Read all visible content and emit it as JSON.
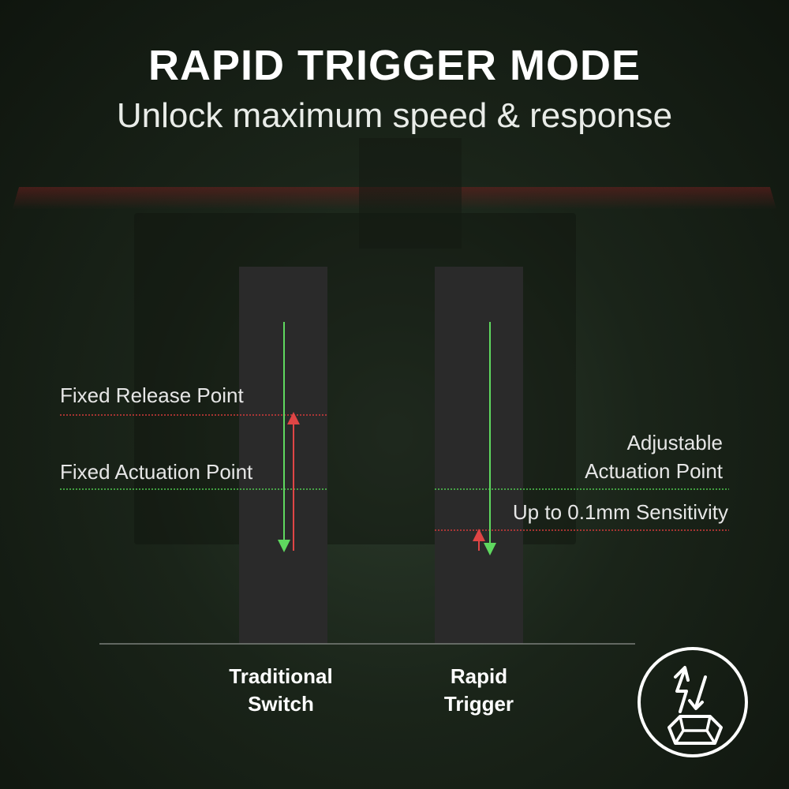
{
  "header": {
    "title": "RAPID TRIGGER MODE",
    "subtitle": "Unlock maximum speed & response"
  },
  "diagram": {
    "left_labels": {
      "release": "Fixed Release Point",
      "actuation": "Fixed Actuation Point"
    },
    "right_labels": {
      "adjustable_line1": "Adjustable",
      "adjustable_line2": "Actuation Point",
      "sensitivity": "Up to 0.1mm Sensitivity"
    },
    "columns": [
      {
        "line1": "Traditional",
        "line2": "Switch"
      },
      {
        "line1": "Rapid",
        "line2": "Trigger"
      }
    ]
  },
  "colors": {
    "release_line": "#d23a3a",
    "actuation_line": "#4fc94f",
    "press_arrow": "#5fd85f",
    "release_arrow": "#e04545"
  },
  "icon": {
    "name": "rapid-trigger-key-icon"
  }
}
